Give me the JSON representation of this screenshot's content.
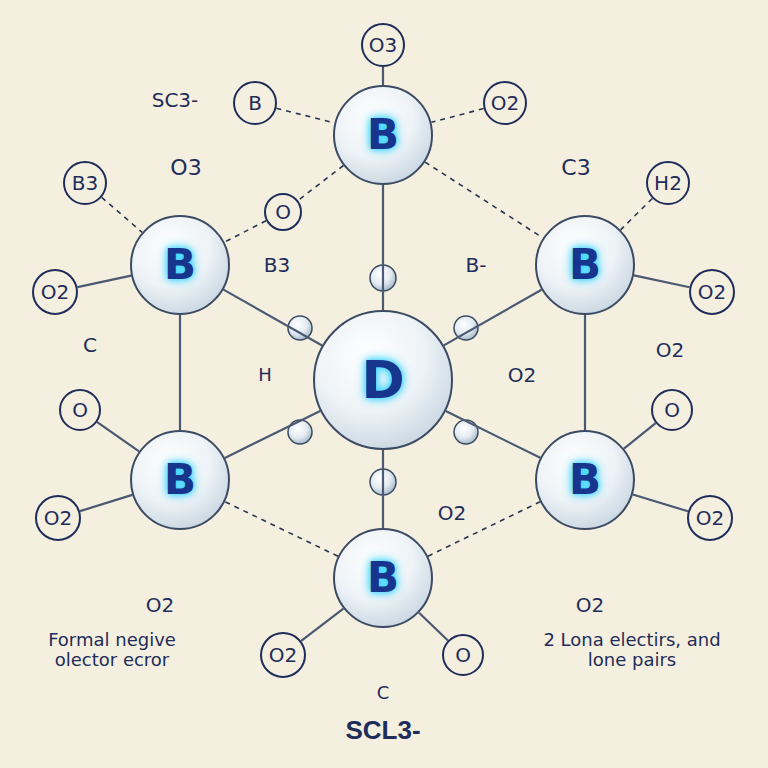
{
  "diagram": {
    "nodes": [
      {
        "text": [
          "B"
        ]
      },
      {
        "text": [
          "O3"
        ]
      },
      {
        "text": [
          "O2"
        ]
      },
      {
        "text": [
          "B"
        ]
      },
      {
        "text": [
          "B3"
        ]
      },
      {
        "text": [
          "H2"
        ]
      },
      {
        "text": [
          "O"
        ]
      },
      {
        "text": [
          "B"
        ]
      },
      {
        "text": [
          "B"
        ]
      },
      {
        "text": [
          "O2"
        ]
      },
      {
        "text": [
          "O2"
        ]
      },
      {
        "text": [
          "D"
        ]
      },
      {
        "text": [
          "O"
        ]
      },
      {
        "text": [
          "O"
        ]
      },
      {
        "text": [
          "B"
        ]
      },
      {
        "text": [
          "B"
        ]
      },
      {
        "text": [
          "O2"
        ]
      },
      {
        "text": [
          "O2"
        ]
      },
      {
        "text": [
          "B"
        ]
      },
      {
        "text": [
          "O2"
        ]
      },
      {
        "text": [
          "O"
        ]
      }
    ],
    "edges": [
      {
        "from": 3,
        "to": 11,
        "arrow": "none"
      },
      {
        "from": 7,
        "to": 11,
        "arrow": "none"
      },
      {
        "from": 8,
        "to": 11,
        "arrow": "none"
      },
      {
        "from": 14,
        "to": 11,
        "arrow": "none"
      },
      {
        "from": 15,
        "to": 11,
        "arrow": "none"
      },
      {
        "from": 18,
        "to": 11,
        "arrow": "none"
      },
      {
        "from": 7,
        "to": 14,
        "arrow": "none"
      },
      {
        "from": 8,
        "to": 15,
        "arrow": "none"
      },
      {
        "from": 3,
        "to": 6,
        "arrow": "none"
      },
      {
        "from": 6,
        "to": 7,
        "arrow": "none"
      },
      {
        "from": 3,
        "to": 8,
        "arrow": "none"
      },
      {
        "from": 18,
        "to": 14,
        "arrow": "none"
      },
      {
        "from": 18,
        "to": 15,
        "arrow": "none"
      },
      {
        "from": 1,
        "to": 3,
        "arrow": "none"
      },
      {
        "from": 0,
        "to": 3,
        "arrow": "none"
      },
      {
        "from": 2,
        "to": 3,
        "arrow": "none"
      },
      {
        "from": 4,
        "to": 7,
        "arrow": "none"
      },
      {
        "from": 9,
        "to": 7,
        "arrow": "none"
      },
      {
        "from": 5,
        "to": 8,
        "arrow": "none"
      },
      {
        "from": 10,
        "to": 8,
        "arrow": "none"
      },
      {
        "from": 12,
        "to": 14,
        "arrow": "none"
      },
      {
        "from": 16,
        "to": 14,
        "arrow": "none"
      },
      {
        "from": 13,
        "to": 15,
        "arrow": "none"
      },
      {
        "from": 17,
        "to": 15,
        "arrow": "none"
      },
      {
        "from": 19,
        "to": 18,
        "arrow": "none"
      },
      {
        "from": 20,
        "to": 18,
        "arrow": "none"
      }
    ],
    "labels": [
      "SC3-",
      "O3",
      "C3",
      "B3",
      "B-",
      "C",
      "H",
      "O2",
      "O2",
      "O2",
      "O2",
      "O2",
      "C",
      "SCL3-",
      "Formal negive olector ecror",
      "2 Lona electirs, and lone pairs"
    ]
  }
}
